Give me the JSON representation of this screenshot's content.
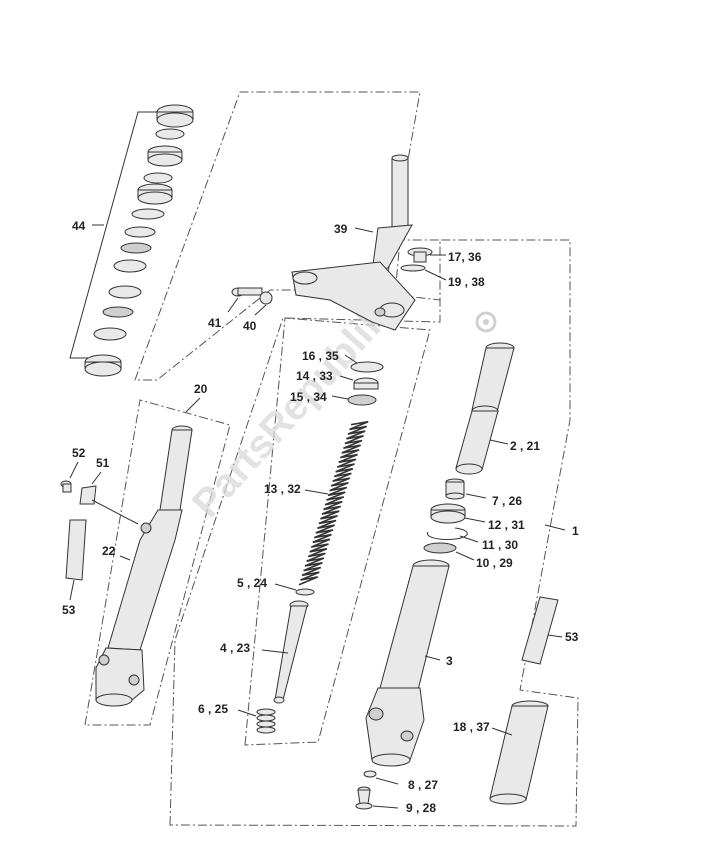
{
  "callouts": {
    "c44": "44",
    "c39": "39",
    "c17_36": "17, 36",
    "c19_38": "19 , 38",
    "c41": "41",
    "c40": "40",
    "c16_35": "16 , 35",
    "c14_33": "14 , 33",
    "c15_34": "15 , 34",
    "c2_21": "2 , 21",
    "c20": "20",
    "c52": "52",
    "c51": "51",
    "c22": "22",
    "c53a": "53",
    "c13_32": "13 , 32",
    "c7_26": "7 , 26",
    "c12_31": "12 , 31",
    "c1": "1",
    "c11_30": "11 , 30",
    "c10_29": "10 , 29",
    "c5_24": "5 , 24",
    "c4_23": "4 , 23",
    "c3": "3",
    "c53b": "53",
    "c6_25": "6 , 25",
    "c18_37": "18 , 37",
    "c8_27": "8 , 27",
    "c9_28": "9 , 28"
  },
  "watermark": {
    "text": "PartsRepublik",
    "icon": "gear-icon"
  },
  "colors": {
    "line": "#333333",
    "part_fill": "#e9e9e9",
    "watermark": "#d9d9d9"
  }
}
